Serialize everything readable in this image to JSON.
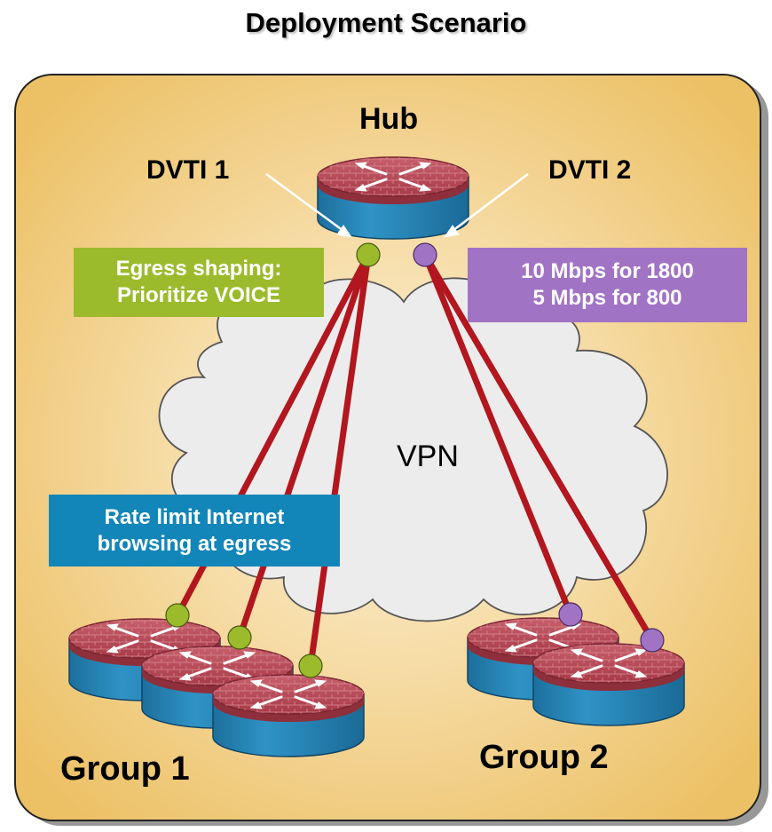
{
  "title": "Deployment Scenario",
  "hub": {
    "label": "Hub"
  },
  "dvti1": {
    "label": "DVTI 1"
  },
  "dvti2": {
    "label": "DVTI 2"
  },
  "cloud": {
    "label": "VPN"
  },
  "group1": {
    "label": "Group 1"
  },
  "group2": {
    "label": "Group 2"
  },
  "callout_green": {
    "line1": "Egress shaping:",
    "line2": "Prioritize VOICE",
    "color": "#9bbb2c"
  },
  "callout_purple": {
    "line1": "10 Mbps for 1800",
    "line2": "5 Mbps for 800",
    "color": "#a173c4"
  },
  "callout_blue": {
    "line1": "Rate limit Internet",
    "line2": "browsing at egress",
    "color": "#1286b8"
  },
  "colors": {
    "panel": "#efc66e",
    "tunnel": "#b2161e",
    "router_top": "#b94856",
    "router_base": "#2b86b8"
  }
}
